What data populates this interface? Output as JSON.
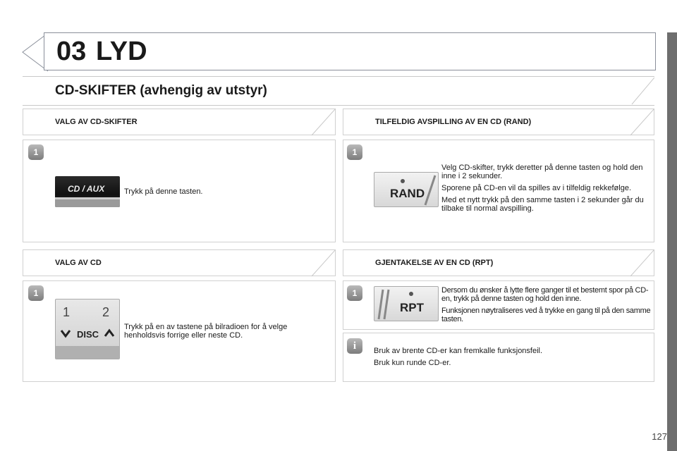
{
  "header": {
    "chapter_number": "03",
    "chapter_title": "LYD"
  },
  "section": {
    "title": "CD-SKIFTER (avhengig av utstyr)"
  },
  "panels": {
    "changer_select": {
      "header": "VALG AV CD-SKIFTER",
      "step": "1",
      "button_label": "CD / AUX",
      "text": "Trykk på denne tasten."
    },
    "random_play": {
      "header": "TILFELDIG AVSPILLING AV EN CD (RAND)",
      "step": "1",
      "button_label": "RAND",
      "paragraphs": [
        "Velg CD-skifter, trykk deretter på denne tasten og hold den inne i 2 sekunder.",
        "Sporene på CD-en vil da spilles av i tilfeldig rekkefølge.",
        "Med et nytt trykk på den samme tasten i 2 sekunder går du tilbake til normal avspilling."
      ]
    },
    "cd_select": {
      "header": "VALG AV CD",
      "step": "1",
      "button_labels": [
        "1",
        "2",
        "DISC"
      ],
      "text": "Trykk på en av tastene på bilradioen for å velge henholdsvis forrige eller neste CD."
    },
    "repeat": {
      "header": "GJENTAKELSE AV EN CD (RPT)",
      "step": "1",
      "button_label": "RPT",
      "paragraphs": [
        "Dersom du ønsker å lytte flere ganger til et bestemt spor på CD-en, trykk på denne tasten og hold den inne.",
        "Funksjonen nøytraliseres ved å trykke en gang til på den samme tasten."
      ]
    },
    "info": {
      "icon_label": "i",
      "paragraphs": [
        "Bruk av brente CD-er kan fremkalle funksjonsfeil.",
        "Bruk kun runde CD-er."
      ]
    }
  },
  "footer": {
    "page_number": "127"
  }
}
